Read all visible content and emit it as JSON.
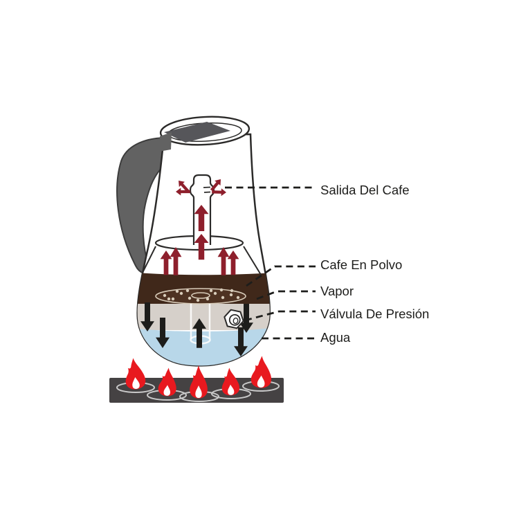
{
  "diagram_type": "moka-pot-coffee-brewing-diagram",
  "labels": [
    {
      "id": "salida-del-cafe",
      "text": "Salida Del Cafe"
    },
    {
      "id": "cafe-en-polvo",
      "text": "Cafe En Polvo"
    },
    {
      "id": "vapor",
      "text": "Vapor"
    },
    {
      "id": "valvula-de-presion",
      "text": "Válvula De Presión"
    },
    {
      "id": "agua",
      "text": "Agua"
    }
  ],
  "colors": {
    "outline": "#2b2a29",
    "label_text": "#1d1d1b",
    "coffee_grounds": "#40281a",
    "filter_plate": "#4e3222",
    "filter_plate_dots": "#d8ccba",
    "vapor_band": "#d6d0ca",
    "water": "#b8d7e9",
    "flame_red": "#e8191f",
    "flame_core": "#ffffff",
    "stove_gray": "#454243",
    "handle_gray": "#626262",
    "lid_gray": "#56565a",
    "coffee_arrow_red": "#8e1f2c",
    "steam_arrow_black": "#1d1d1b"
  },
  "icons": {
    "flame-icon": "stylized red flame with white core (x5)",
    "pressure-valve-icon": "hex-nut safety valve",
    "up-arrow-icon": "solid upward flow arrow",
    "down-arrow-icon": "solid downward pressure arrow"
  }
}
